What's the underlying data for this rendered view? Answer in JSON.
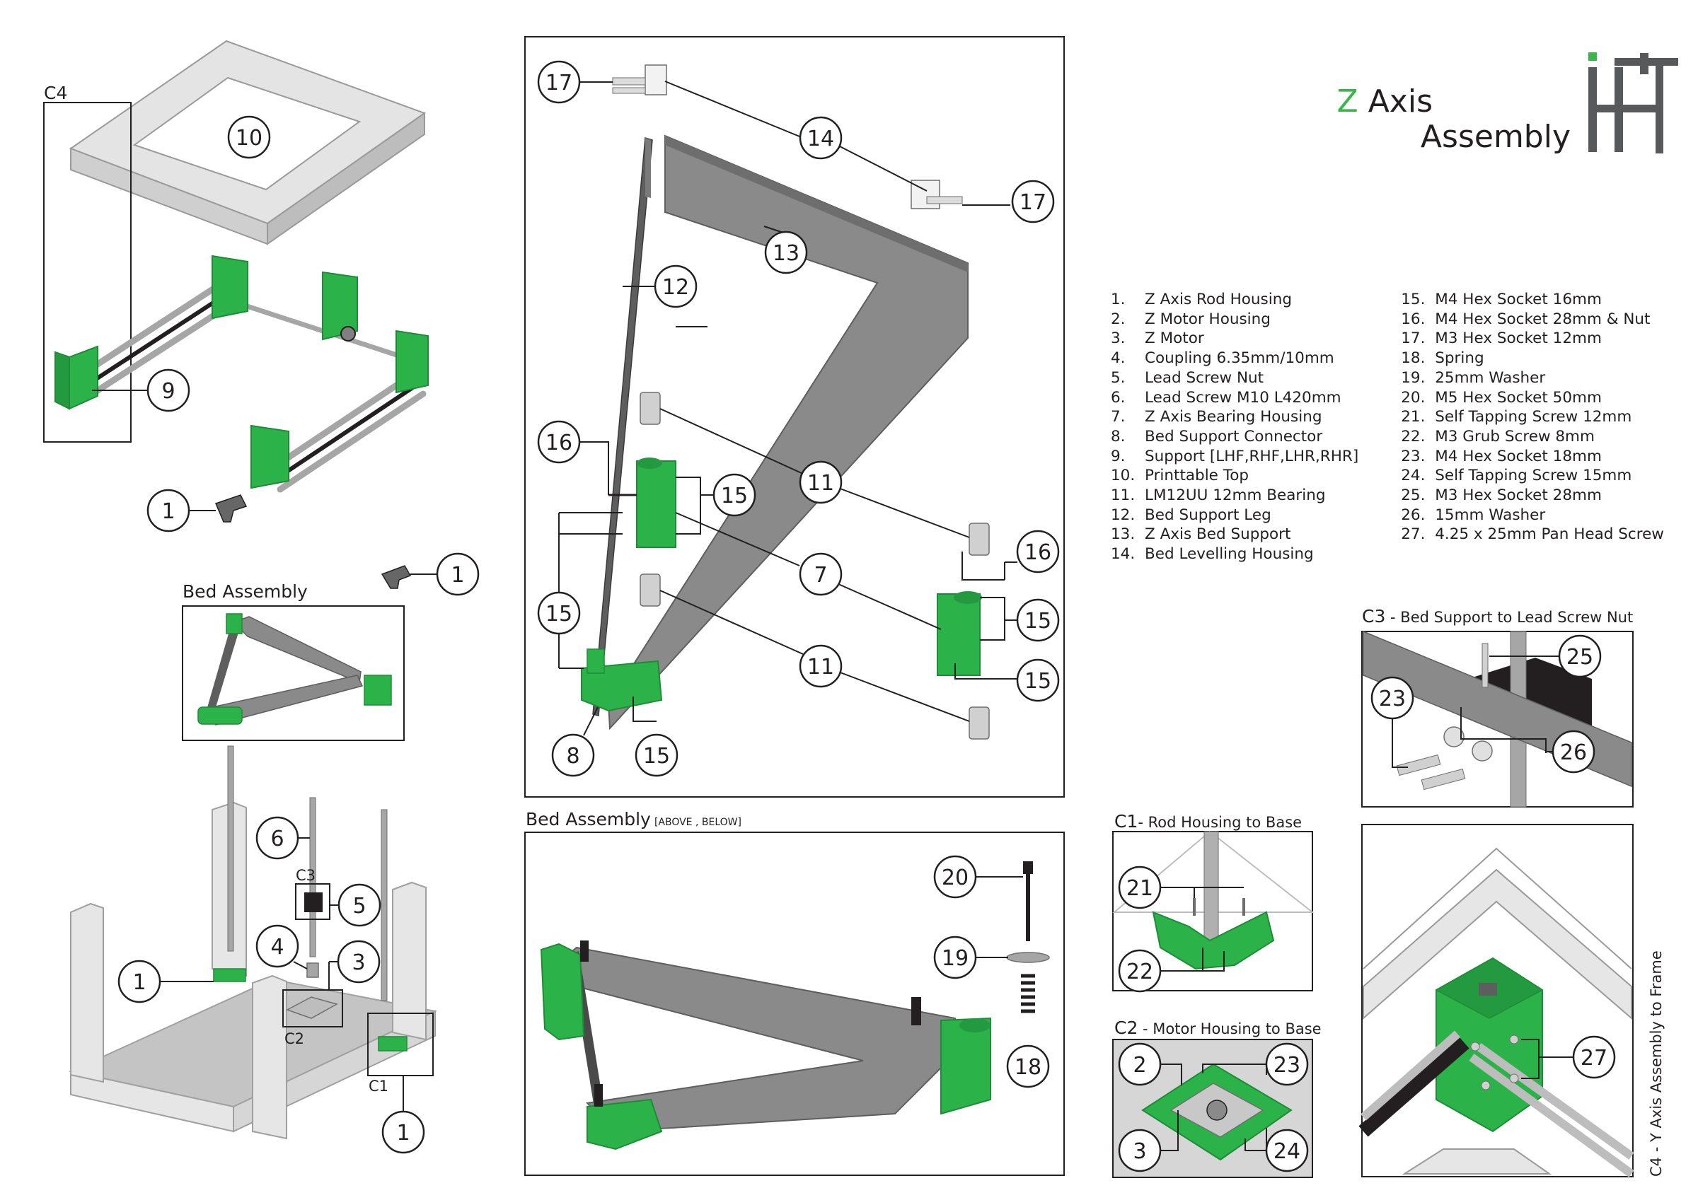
{
  "header": {
    "title_z": "Z",
    "title_axis": "Axis",
    "title_assembly": "Assembly",
    "logo_icon": "hf-logo-icon"
  },
  "parts_list": [
    {
      "num": "1.",
      "name": "Z Axis Rod Housing"
    },
    {
      "num": "2.",
      "name": "Z Motor Housing"
    },
    {
      "num": "3.",
      "name": "Z Motor"
    },
    {
      "num": "4.",
      "name": "Coupling 6.35mm/10mm"
    },
    {
      "num": "5.",
      "name": "Lead Screw Nut"
    },
    {
      "num": "6.",
      "name": "Lead Screw M10 L420mm"
    },
    {
      "num": "7.",
      "name": "Z Axis Bearing Housing"
    },
    {
      "num": "8.",
      "name": "Bed Support Connector"
    },
    {
      "num": "9.",
      "name": "Support [LHF,RHF,LHR,RHR]"
    },
    {
      "num": "10.",
      "name": "Printtable Top"
    },
    {
      "num": "11.",
      "name": "LM12UU 12mm Bearing"
    },
    {
      "num": "12.",
      "name": "Bed Support Leg"
    },
    {
      "num": "13.",
      "name": "Z Axis Bed Support"
    },
    {
      "num": "14.",
      "name": "Bed Levelling Housing"
    },
    {
      "num": "15.",
      "name": "M4 Hex Socket 16mm"
    },
    {
      "num": "16.",
      "name": "M4 Hex Socket 28mm & Nut"
    },
    {
      "num": "17.",
      "name": "M3 Hex Socket 12mm"
    },
    {
      "num": "18.",
      "name": "Spring"
    },
    {
      "num": "19.",
      "name": "25mm Washer"
    },
    {
      "num": "20.",
      "name": "M5 Hex Socket 50mm"
    },
    {
      "num": "21.",
      "name": "Self Tapping Screw 12mm"
    },
    {
      "num": "22.",
      "name": "M3 Grub Screw 8mm"
    },
    {
      "num": "23.",
      "name": "M4 Hex Socket 18mm"
    },
    {
      "num": "24.",
      "name": "Self Tapping Screw 15mm"
    },
    {
      "num": "25.",
      "name": "M3 Hex Socket 28mm"
    },
    {
      "num": "26.",
      "name": "15mm Washer"
    },
    {
      "num": "27.",
      "name": "4.25 x 25mm Pan Head Screw"
    }
  ],
  "captions": {
    "c4_tag": "C4",
    "bed_assembly_small": "Bed Assembly",
    "c3_tag": "C3",
    "c2_tag": "C2",
    "c1_tag": "C1",
    "bed_assembly_main": "Bed Assembly",
    "bed_assembly_sub": "[ABOVE , BELOW]",
    "c1_prefix": "C1",
    "c1_text": "- Rod Housing to Base",
    "c2_prefix": "C2",
    "c2_text": " - Motor Housing to Base",
    "c3_prefix": "C3",
    "c3_text": " - Bed Support to Lead Screw Nut",
    "c4_vertical": "C4 - Y Axis Assembly to Frame"
  },
  "callouts": {
    "top_left": [
      "10",
      "9",
      "1"
    ],
    "bed_small": [
      "1"
    ],
    "base": [
      "6",
      "5",
      "4",
      "3",
      "1",
      "1"
    ],
    "exploded": [
      "17",
      "14",
      "17",
      "13",
      "12",
      "16",
      "15",
      "11",
      "7",
      "16",
      "15",
      "15",
      "15",
      "11",
      "8",
      "15"
    ],
    "bed_main": [
      "20",
      "19",
      "18"
    ],
    "c1": [
      "21",
      "22"
    ],
    "c2": [
      "2",
      "23",
      "3",
      "24"
    ],
    "c3": [
      "25",
      "23",
      "26"
    ],
    "c4": [
      "27"
    ]
  },
  "colors": {
    "part_green": "#2bb34a",
    "part_green_dark": "#1e8c36",
    "plate_grey": "#808080",
    "plate_grey_dark": "#5e5e5e",
    "frame_light": "#e6e6e6",
    "frame_side": "#c8c8c8",
    "line": "#231f20",
    "title_grey": "#58595b"
  }
}
